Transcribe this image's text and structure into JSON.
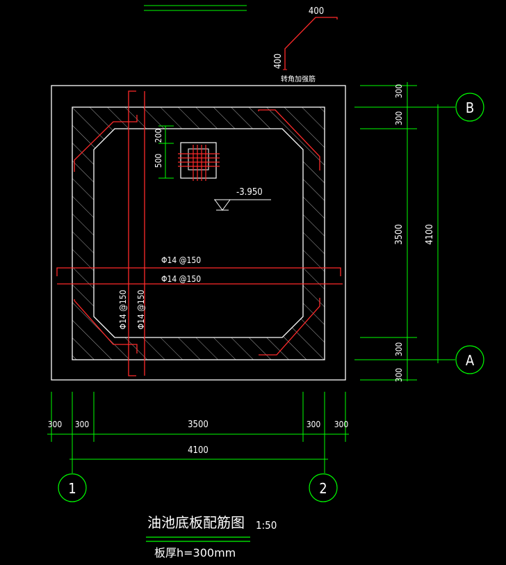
{
  "colors": {
    "background": "#000000",
    "outline": "#ffffff",
    "rebar": "#ff2a2a",
    "dimension": "#00ff00",
    "hatch": "#d0d0d0"
  },
  "title": {
    "main": "油池底板配筋图",
    "scale": "1:50",
    "thickness": "板厚h=300mm"
  },
  "corner_detail": {
    "horizontal": "400",
    "vertical": "400",
    "label": "转角加强筋"
  },
  "rebar_labels": {
    "bottom_x": "Φ14 @150",
    "top_x": "Φ14 @150",
    "bottom_y": "Φ14 @150",
    "top_y": "Φ14 @150"
  },
  "elevation": "-3.950",
  "pit_detail": {
    "dim_200": "200",
    "dim_500": "500"
  },
  "axes": {
    "B": "B",
    "A": "A",
    "1": "1",
    "2": "2"
  },
  "right_dims": {
    "top_300": "300",
    "inner_top_300": "300",
    "span_3500": "3500",
    "total_4100": "4100",
    "inner_bottom_300": "300",
    "bottom_300": "300"
  },
  "bottom_dims": {
    "seg": [
      "300",
      "300",
      "3500",
      "300",
      "300"
    ],
    "total": "4100"
  }
}
